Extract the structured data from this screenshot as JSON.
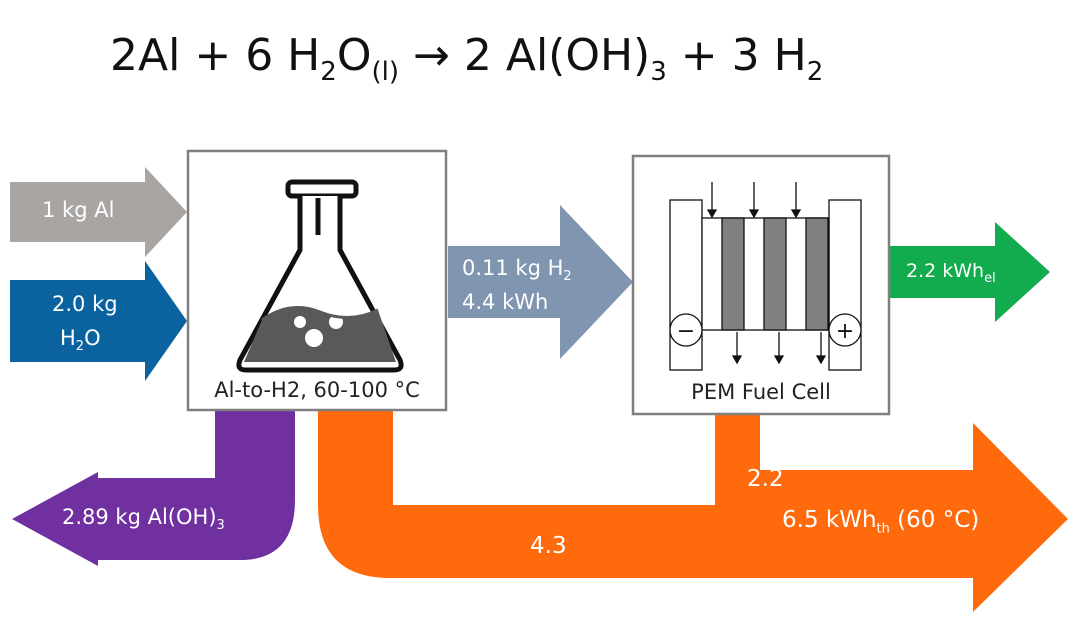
{
  "equation": {
    "coef_al": "2Al",
    "plus1": "+",
    "coef_h2o": "6 H",
    "sub_2a": "2",
    "o": "O",
    "sub_l": "(l)",
    "arrow": "→",
    "product1": "2 Al(OH)",
    "sub_3": "3",
    "plus2": "+",
    "product2": "3 H",
    "sub_2b": "2"
  },
  "inputs": {
    "al": "1 kg Al",
    "water_line1": "2.0 kg",
    "water_line2_main": "H",
    "water_line2_sub": "2",
    "water_line2_tail": "O"
  },
  "reactor": {
    "caption": "Al-to-H2, 60-100 °C"
  },
  "hydrogen": {
    "line1_main": "0.11 kg H",
    "line1_sub": "2",
    "line2": "4.4 kWh"
  },
  "fuel_cell": {
    "caption": "PEM Fuel Cell",
    "minus": "−",
    "plus": "+"
  },
  "electric": {
    "main": "2.2 kWh",
    "sub": "el"
  },
  "byproduct": {
    "main": "2.89 kg Al(OH)",
    "sub": "3"
  },
  "heat": {
    "reactor_heat": "4.3",
    "fc_heat": "2.2",
    "total_main": "6.5 kWh",
    "total_sub": "th",
    "total_tail": " (60 °C)"
  },
  "colors": {
    "al_arrow": "#a8a5a3",
    "water_arrow": "#0a629e",
    "h2_arrow": "#8095b0",
    "electric_arrow": "#12ab4d",
    "byproduct_flow": "#7030a0",
    "heat_flow": "#ff6a0d",
    "box_border": "#7f7f7f",
    "flask": "#595959"
  }
}
